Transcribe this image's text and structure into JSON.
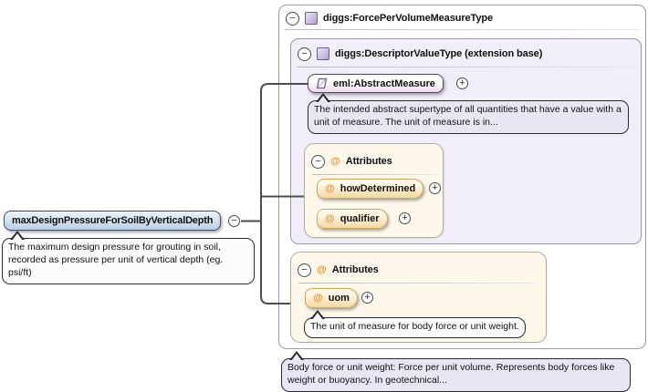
{
  "icons": {
    "collapse": "−",
    "expand": "+",
    "at": "@"
  },
  "element": {
    "name": "maxDesignPressureForSoilByVerticalDepth",
    "annotation": "The maximum design pressure for grouting in soil, recorded as pressure per unit of vertical depth (eg. psi/ft)"
  },
  "type": {
    "title": "diggs:ForcePerVolumeMeasureType",
    "annotation": "Body force or unit weight: Force per unit volume. Represents body forces like weight or buoyancy. In geotechnical...",
    "base": {
      "title": "diggs:DescriptorValueType (extension base)",
      "element": {
        "name": "eml:AbstractMeasure",
        "annotation": "The intended abstract supertype of all quantities that have a value with a unit of measure. The unit of measure is in..."
      },
      "attributes": {
        "title": "Attributes",
        "items": [
          {
            "name": "howDetermined"
          },
          {
            "name": "qualifier"
          }
        ]
      }
    },
    "attributes": {
      "title": "Attributes",
      "items": [
        {
          "name": "uom",
          "annotation": "The unit of measure for body force or unit weight."
        }
      ]
    }
  },
  "colors": {
    "accent_purple": "#b2a0d2",
    "accent_orange": "#e8922a",
    "element_blue": "#bad0e8",
    "attr_cream": "#fdf8ea",
    "callout_lavender": "#e9e5f3",
    "wire": "#4d4d4d"
  }
}
